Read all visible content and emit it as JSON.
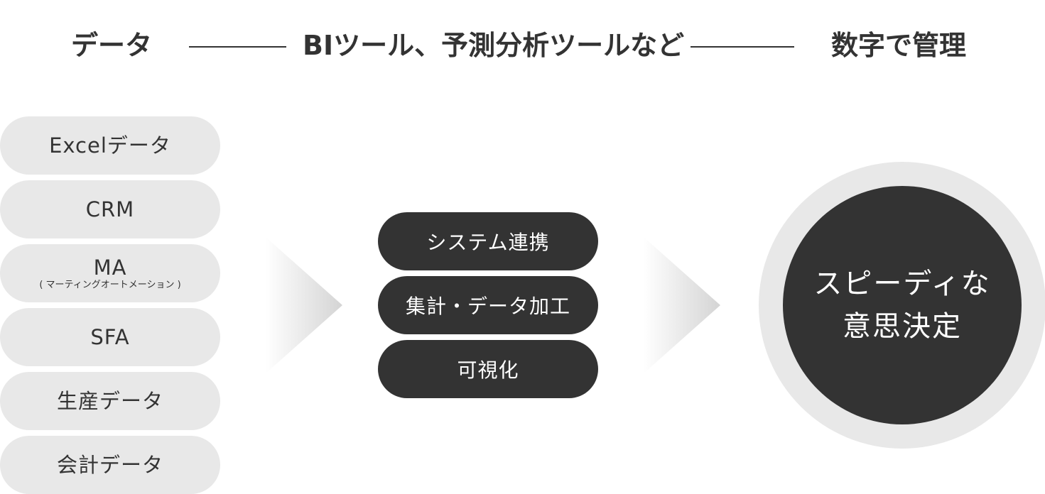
{
  "header": {
    "left": "データ",
    "middle": "BIツール、予測分析ツールなど",
    "right": "数字で管理"
  },
  "sources": [
    {
      "label": "Excelデータ",
      "sub": ""
    },
    {
      "label": "CRM",
      "sub": ""
    },
    {
      "label": "MA",
      "sub": "( マーティングオートメーション )"
    },
    {
      "label": "SFA",
      "sub": ""
    },
    {
      "label": "生産データ",
      "sub": ""
    },
    {
      "label": "会計データ",
      "sub": ""
    }
  ],
  "processes": [
    {
      "label": "システム連携"
    },
    {
      "label": "集計・データ加工"
    },
    {
      "label": "可視化"
    }
  ],
  "outcome": {
    "line1": "スピーディな",
    "line2": "意思決定"
  },
  "colors": {
    "dark": "#333333",
    "light": "#e8e8e8",
    "background": "#ffffff"
  }
}
